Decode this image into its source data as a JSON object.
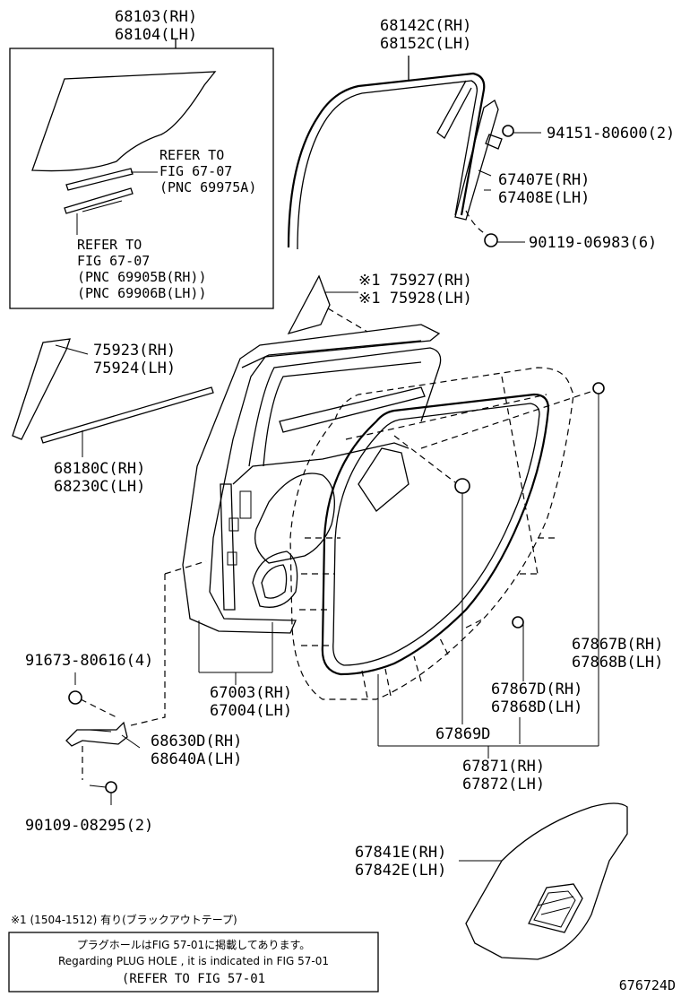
{
  "callouts": {
    "c68103": [
      "68103(RH)",
      "68104(LH)"
    ],
    "refer_fig_a": [
      "REFER TO",
      "FIG 67-07",
      "(PNC 69975A)"
    ],
    "refer_fig_b": [
      "REFER TO",
      "FIG 67-07",
      "(PNC 69905B(RH))",
      "(PNC 69906B(LH))"
    ],
    "c68142": [
      "68142C(RH)",
      "68152C(LH)"
    ],
    "c94151": [
      "94151-80600(2)"
    ],
    "c67407": [
      "67407E(RH)",
      "67408E(LH)"
    ],
    "c90119": [
      "90119-06983(6)"
    ],
    "c75927": [
      "※1 75927(RH)",
      "※1 75928(LH)"
    ],
    "c75923": [
      "75923(RH)",
      "75924(LH)"
    ],
    "c68180": [
      "68180C(RH)",
      "68230C(LH)"
    ],
    "c91673": [
      "91673-80616(4)"
    ],
    "c67003": [
      "67003(RH)",
      "67004(LH)"
    ],
    "c67867b": [
      "67867B(RH)",
      "67868B(LH)"
    ],
    "c67867d": [
      "67867D(RH)",
      "67868D(LH)"
    ],
    "c67869": [
      "67869D"
    ],
    "c67871": [
      "67871(RH)",
      "67872(LH)"
    ],
    "c68630": [
      "68630D(RH)",
      "68640A(LH)"
    ],
    "c90109": [
      "90109-08295(2)"
    ],
    "c67841": [
      "67841E(RH)",
      "67842E(LH)"
    ]
  },
  "footnote": "※1 (1504-1512) 有り(ブラックアウトテープ)",
  "notice": {
    "line_jp": "プラグホールはFIG 57-01に掲載してあります。",
    "line_en": "Regarding PLUG HOLE , it is indicated in FIG 57-01",
    "line_ref": "(REFER TO FIG 57-01"
  },
  "figure_id": "676724D"
}
